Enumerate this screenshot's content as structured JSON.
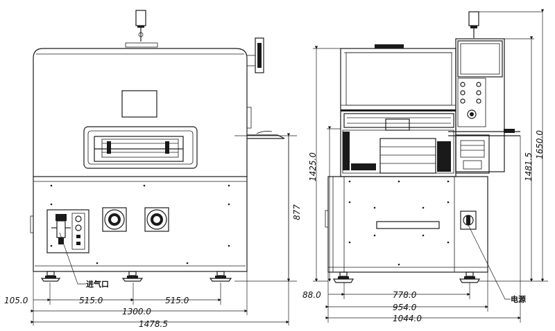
{
  "labels": {
    "air_inlet": "进气口",
    "power": "电源"
  },
  "dimensions": {
    "front_left_offset": "105.0",
    "front_span_a": "515.0",
    "front_span_b": "515.0",
    "front_width_inner": "1300.0",
    "front_width_total": "1478.5",
    "front_height": "877",
    "side_left_offset": "88.0",
    "side_span": "778.0",
    "side_width_inner": "954.0",
    "side_width_total": "1044.0",
    "side_height_a": "1425.0",
    "side_height_b": "1481.5",
    "side_height_c": "1650.0"
  }
}
